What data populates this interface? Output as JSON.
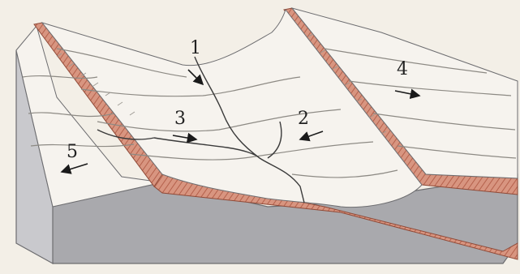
{
  "colors": {
    "background": "#f3efe7",
    "surface": "#f6f3ee",
    "slab_front": "#a9a9ad",
    "slab_side": "#c9c9cd",
    "rock_layer": "#d89580",
    "rock_hatch": "#b4614c",
    "contour": "#8d8a84",
    "river": "#3a3a3a"
  },
  "labels": [
    {
      "id": "1",
      "text": "1"
    },
    {
      "id": "2",
      "text": "2"
    },
    {
      "id": "3",
      "text": "3"
    },
    {
      "id": "4",
      "text": "4"
    },
    {
      "id": "5",
      "text": "5"
    }
  ],
  "arrows": [
    {
      "id": "1",
      "direction": "down-right"
    },
    {
      "id": "2",
      "direction": "left-down"
    },
    {
      "id": "3",
      "direction": "right"
    },
    {
      "id": "4",
      "direction": "right"
    },
    {
      "id": "5",
      "direction": "left-down"
    }
  ]
}
